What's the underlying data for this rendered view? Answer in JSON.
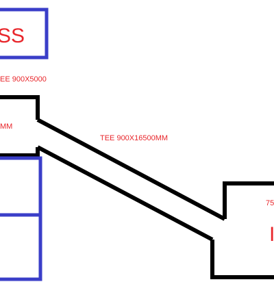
{
  "labels": {
    "top_box_text": "SS",
    "top_tee": "EE 900X5000",
    "left_box_text": "MM",
    "diagonal_tee": "TEE 900X16500MM",
    "right_box_top": "75",
    "right_box_mid": "I"
  },
  "colors": {
    "line": "#000000",
    "box_outline": "#3a3ec8",
    "text": "#e8262b"
  }
}
